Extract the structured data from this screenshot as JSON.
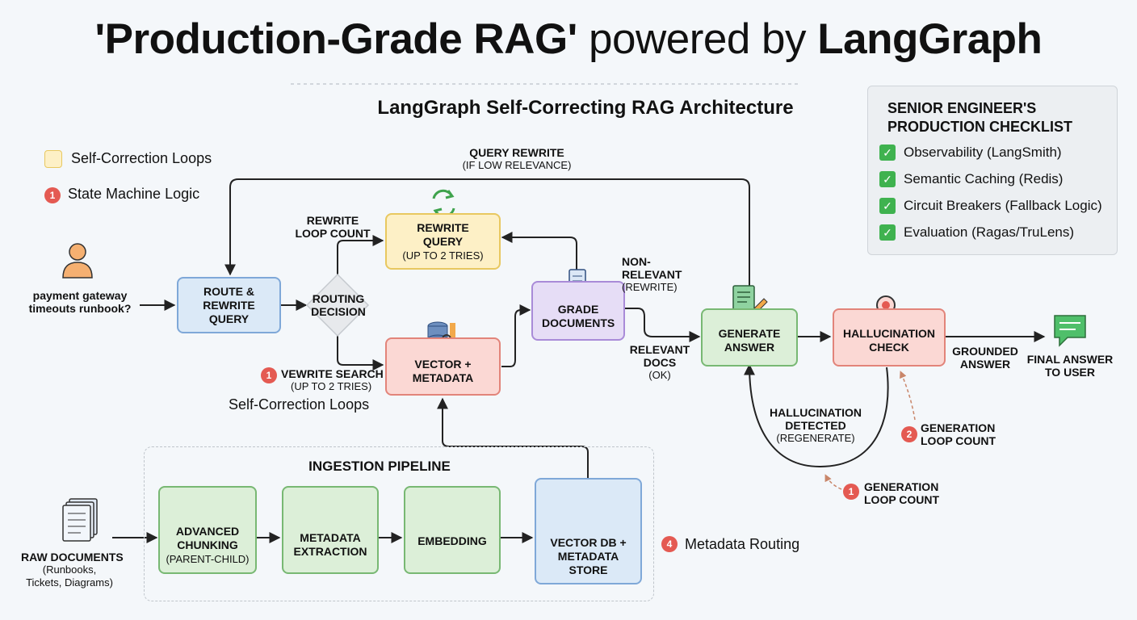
{
  "title": {
    "part1": "'Production-Grade RAG'",
    "part2": " powered by ",
    "part3": "LangGraph"
  },
  "subtitle": "LangGraph Self-Correcting RAG Architecture",
  "legend": {
    "loops": "Self-Correction Loops",
    "state": "State Machine Logic",
    "state_num": "1"
  },
  "input": {
    "line1": "payment gateway",
    "line2": "timeouts runbook?"
  },
  "nodes": {
    "route": "ROUTE & REWRITE QUERY",
    "routing": "ROUTING DECISION",
    "rewrite": "REWRITE QUERY",
    "rewrite_sub": "(UP TO 2 TRIES)",
    "vector": "VECTOR + METADATA",
    "grade": "GRADE DOCUMENTS",
    "generate": "GENERATE ANSWER",
    "halluc": "HALLUCINATION CHECK",
    "final": "FINAL ANSWER TO USER"
  },
  "labels": {
    "query_rewrite": "QUERY REWRITE",
    "query_rewrite_sub": "(IF LOW RELEVANCE)",
    "rewrite_loop": "REWRITE LOOP COUNT",
    "vewrite_search": "VEWRITE SEARCH",
    "vewrite_sub": "(UP TO 2 TRIES)",
    "vewrite_num": "1",
    "self_corr": "Self-Correction Loops",
    "nonrel": "NON- RELEVANT",
    "nonrel_sub": "(REWRITE)",
    "relevant": "RELEVANT DOCS",
    "relevant_sub": "(OK)",
    "grounded": "GROUNDED ANSWER",
    "halluc_det": "HALLUCINATION DETECTED",
    "halluc_det_sub": "(REGENERATE)",
    "gen_loop_a": "GENERATION LOOP COUNT",
    "gen_loop_a_num": "2",
    "gen_loop_b": "GENERATION LOOP COUNT",
    "gen_loop_b_num": "1",
    "meta_routing": "Metadata Routing",
    "meta_routing_num": "4"
  },
  "ingestion": {
    "title": "INGESTION PIPELINE",
    "chunking": "ADVANCED CHUNKING",
    "chunking_sub": "(PARENT-CHILD)",
    "metadata": "METADATA EXTRACTION",
    "embedding": "EMBEDDING",
    "vectordb": "VECTOR DB + METADATA STORE",
    "raw": "RAW DOCUMENTS",
    "raw_sub": "(Runbooks, Tickets, Diagrams)"
  },
  "checklist": {
    "title_line1": "SENIOR ENGINEER'S",
    "title_line2": "PRODUCTION CHECKLIST",
    "items": [
      "Observability (LangSmith)",
      "Semantic Caching (Redis)",
      "Circuit Breakers (Fallback Logic)",
      "Evaluation (Ragas/TruLens)"
    ],
    "checkmark": "✓"
  },
  "colors": {
    "blue": "#dbe9f7",
    "yellow": "#fdf0c6",
    "red": "#fbd8d4",
    "purple": "#e6ddf6",
    "green": "#dcefd8",
    "badge": "#e45a52",
    "check": "#3fb24f"
  }
}
